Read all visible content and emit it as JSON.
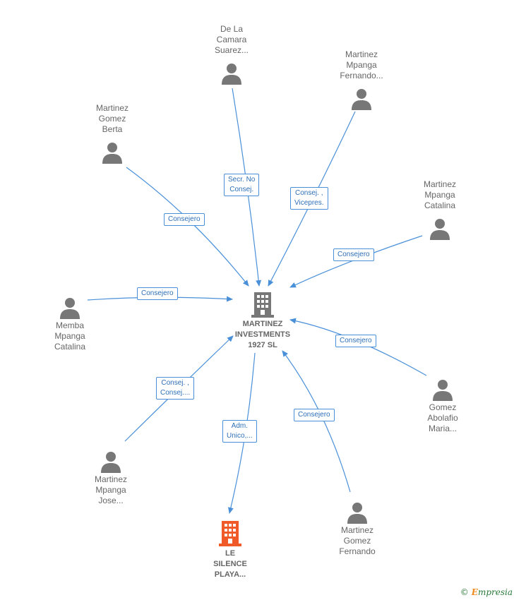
{
  "colors": {
    "edge": "#4a90d9",
    "person": "#777777",
    "company": "#777777",
    "target_company": "#f05a28",
    "text": "#666666"
  },
  "center": {
    "name_lines": [
      "MARTINEZ",
      "INVESTMENTS",
      "1927  SL"
    ]
  },
  "target": {
    "name_lines": [
      "LE",
      "SILENCE",
      "PLAYA..."
    ]
  },
  "people": [
    {
      "id": "p1",
      "name_lines": [
        "De La",
        "Camara",
        "Suarez..."
      ]
    },
    {
      "id": "p2",
      "name_lines": [
        "Martinez",
        "Mpanga",
        "Fernando..."
      ]
    },
    {
      "id": "p3",
      "name_lines": [
        "Martinez",
        "Gomez",
        "Berta"
      ]
    },
    {
      "id": "p4",
      "name_lines": [
        "Martinez",
        "Mpanga",
        "Catalina"
      ]
    },
    {
      "id": "p5",
      "name_lines": [
        "Memba",
        "Mpanga",
        "Catalina"
      ]
    },
    {
      "id": "p6",
      "name_lines": [
        "Gomez",
        "Abolafio",
        "Maria..."
      ]
    },
    {
      "id": "p7",
      "name_lines": [
        "Martinez",
        "Mpanga",
        "Jose..."
      ]
    },
    {
      "id": "p8",
      "name_lines": [
        "Martinez",
        "Gomez",
        "Fernando"
      ]
    }
  ],
  "edges": [
    {
      "from": "p1",
      "label_lines": [
        "Secr.  No",
        "Consej."
      ]
    },
    {
      "from": "p2",
      "label_lines": [
        "Consej. ,",
        "Vicepres."
      ]
    },
    {
      "from": "p3",
      "label_lines": [
        "Consejero"
      ]
    },
    {
      "from": "p4",
      "label_lines": [
        "Consejero"
      ]
    },
    {
      "from": "p5",
      "label_lines": [
        "Consejero"
      ]
    },
    {
      "from": "p6",
      "label_lines": [
        "Consejero"
      ]
    },
    {
      "from": "p7",
      "label_lines": [
        "Consej. ,",
        "Consej...."
      ]
    },
    {
      "from": "p8",
      "label_lines": [
        "Consejero"
      ]
    },
    {
      "from": "center",
      "to": "target",
      "label_lines": [
        "Adm.",
        "Unico,..."
      ]
    }
  ],
  "brand": {
    "copyright": "©",
    "name_initial": "E",
    "name_rest": "mpresia"
  }
}
